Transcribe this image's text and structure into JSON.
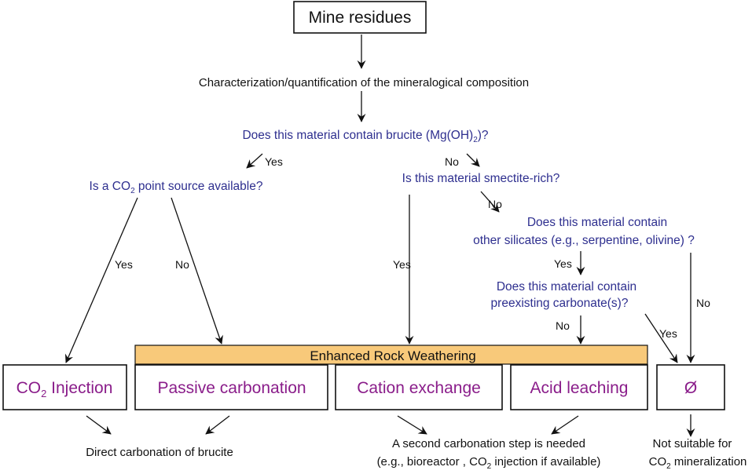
{
  "root": {
    "label": "Mine residues"
  },
  "step1": {
    "text": "Characterization/quantification of the mineralogical composition"
  },
  "q_brucite": {
    "pre": "Does this material contain brucite (Mg(OH)",
    "sub": "2",
    "post": ")?"
  },
  "q_co2": {
    "pre": "Is a CO",
    "sub": "2",
    "post": " point source available?"
  },
  "q_smectite": {
    "text": "Is this material smectite-rich?"
  },
  "q_silicates": {
    "line1": "Does this material contain",
    "line2": "other silicates (e.g., serpentine, olivine) ?"
  },
  "q_carbonate": {
    "line1": "Does this material contain",
    "line2": "preexisting carbonate(s)?"
  },
  "edges": {
    "brucite_yes": "Yes",
    "brucite_no": "No",
    "co2_yes": "Yes",
    "co2_no": "No",
    "smectite_yes": "Yes",
    "smectite_no": "No",
    "silicates_yes": "Yes",
    "silicates_no": "No",
    "carbonate_no": "No",
    "carbonate_yes": "Yes"
  },
  "band": {
    "label": "Enhanced Rock Weathering",
    "color": "#f8c97a"
  },
  "outcomes": {
    "co2_injection": {
      "pre": "CO",
      "sub": "2",
      "post": " Injection"
    },
    "passive": "Passive carbonation",
    "cation": "Cation exchange",
    "acid": "Acid leaching",
    "empty": "Ø"
  },
  "notes": {
    "direct": "Direct carbonation of brucite",
    "second_l1": "A second carbonation step is needed",
    "second_l2_pre": "(e.g., bioreactor , CO",
    "second_l2_sub": "2",
    "second_l2_post": " injection if available)",
    "unsuitable_l1": "Not suitable for",
    "unsuitable_l2_pre": "CO",
    "unsuitable_l2_sub": "2",
    "unsuitable_l2_post": " mineralization"
  },
  "colors": {
    "question": "#2e2f8f",
    "outcome": "#8a1d8a",
    "text": "#111111"
  }
}
